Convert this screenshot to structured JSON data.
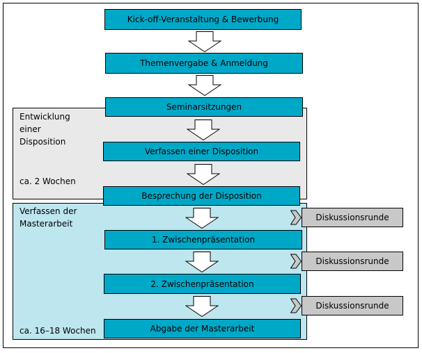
{
  "steps": [
    "Kick-off-Veranstaltung & Bewerbung",
    "Themenvergabe & Anmeldung",
    "Seminarsitzungen",
    "Verfassen einer Disposition",
    "Besprechung der Disposition",
    "1. Zwischenpräsentation",
    "2. Zwischenpräsentation",
    "Abgabe der Masterarbeit"
  ],
  "phases": {
    "disposition": {
      "title": "Entwicklung\neiner\nDisposition",
      "duration": "ca. 2 Wochen"
    },
    "masterarbeit": {
      "title": "Verfassen der\nMasterarbeit",
      "duration": "ca. 16–18 Wochen"
    }
  },
  "discussion": [
    "Diskussionsrunde",
    "Diskussionsrunde",
    "Diskussionsrunde"
  ],
  "colors": {
    "step": "#00a8c8",
    "phase_disposition": "#e9e9e9",
    "phase_masterarbeit": "#bde6ef",
    "discussion": "#c8c8c8"
  }
}
